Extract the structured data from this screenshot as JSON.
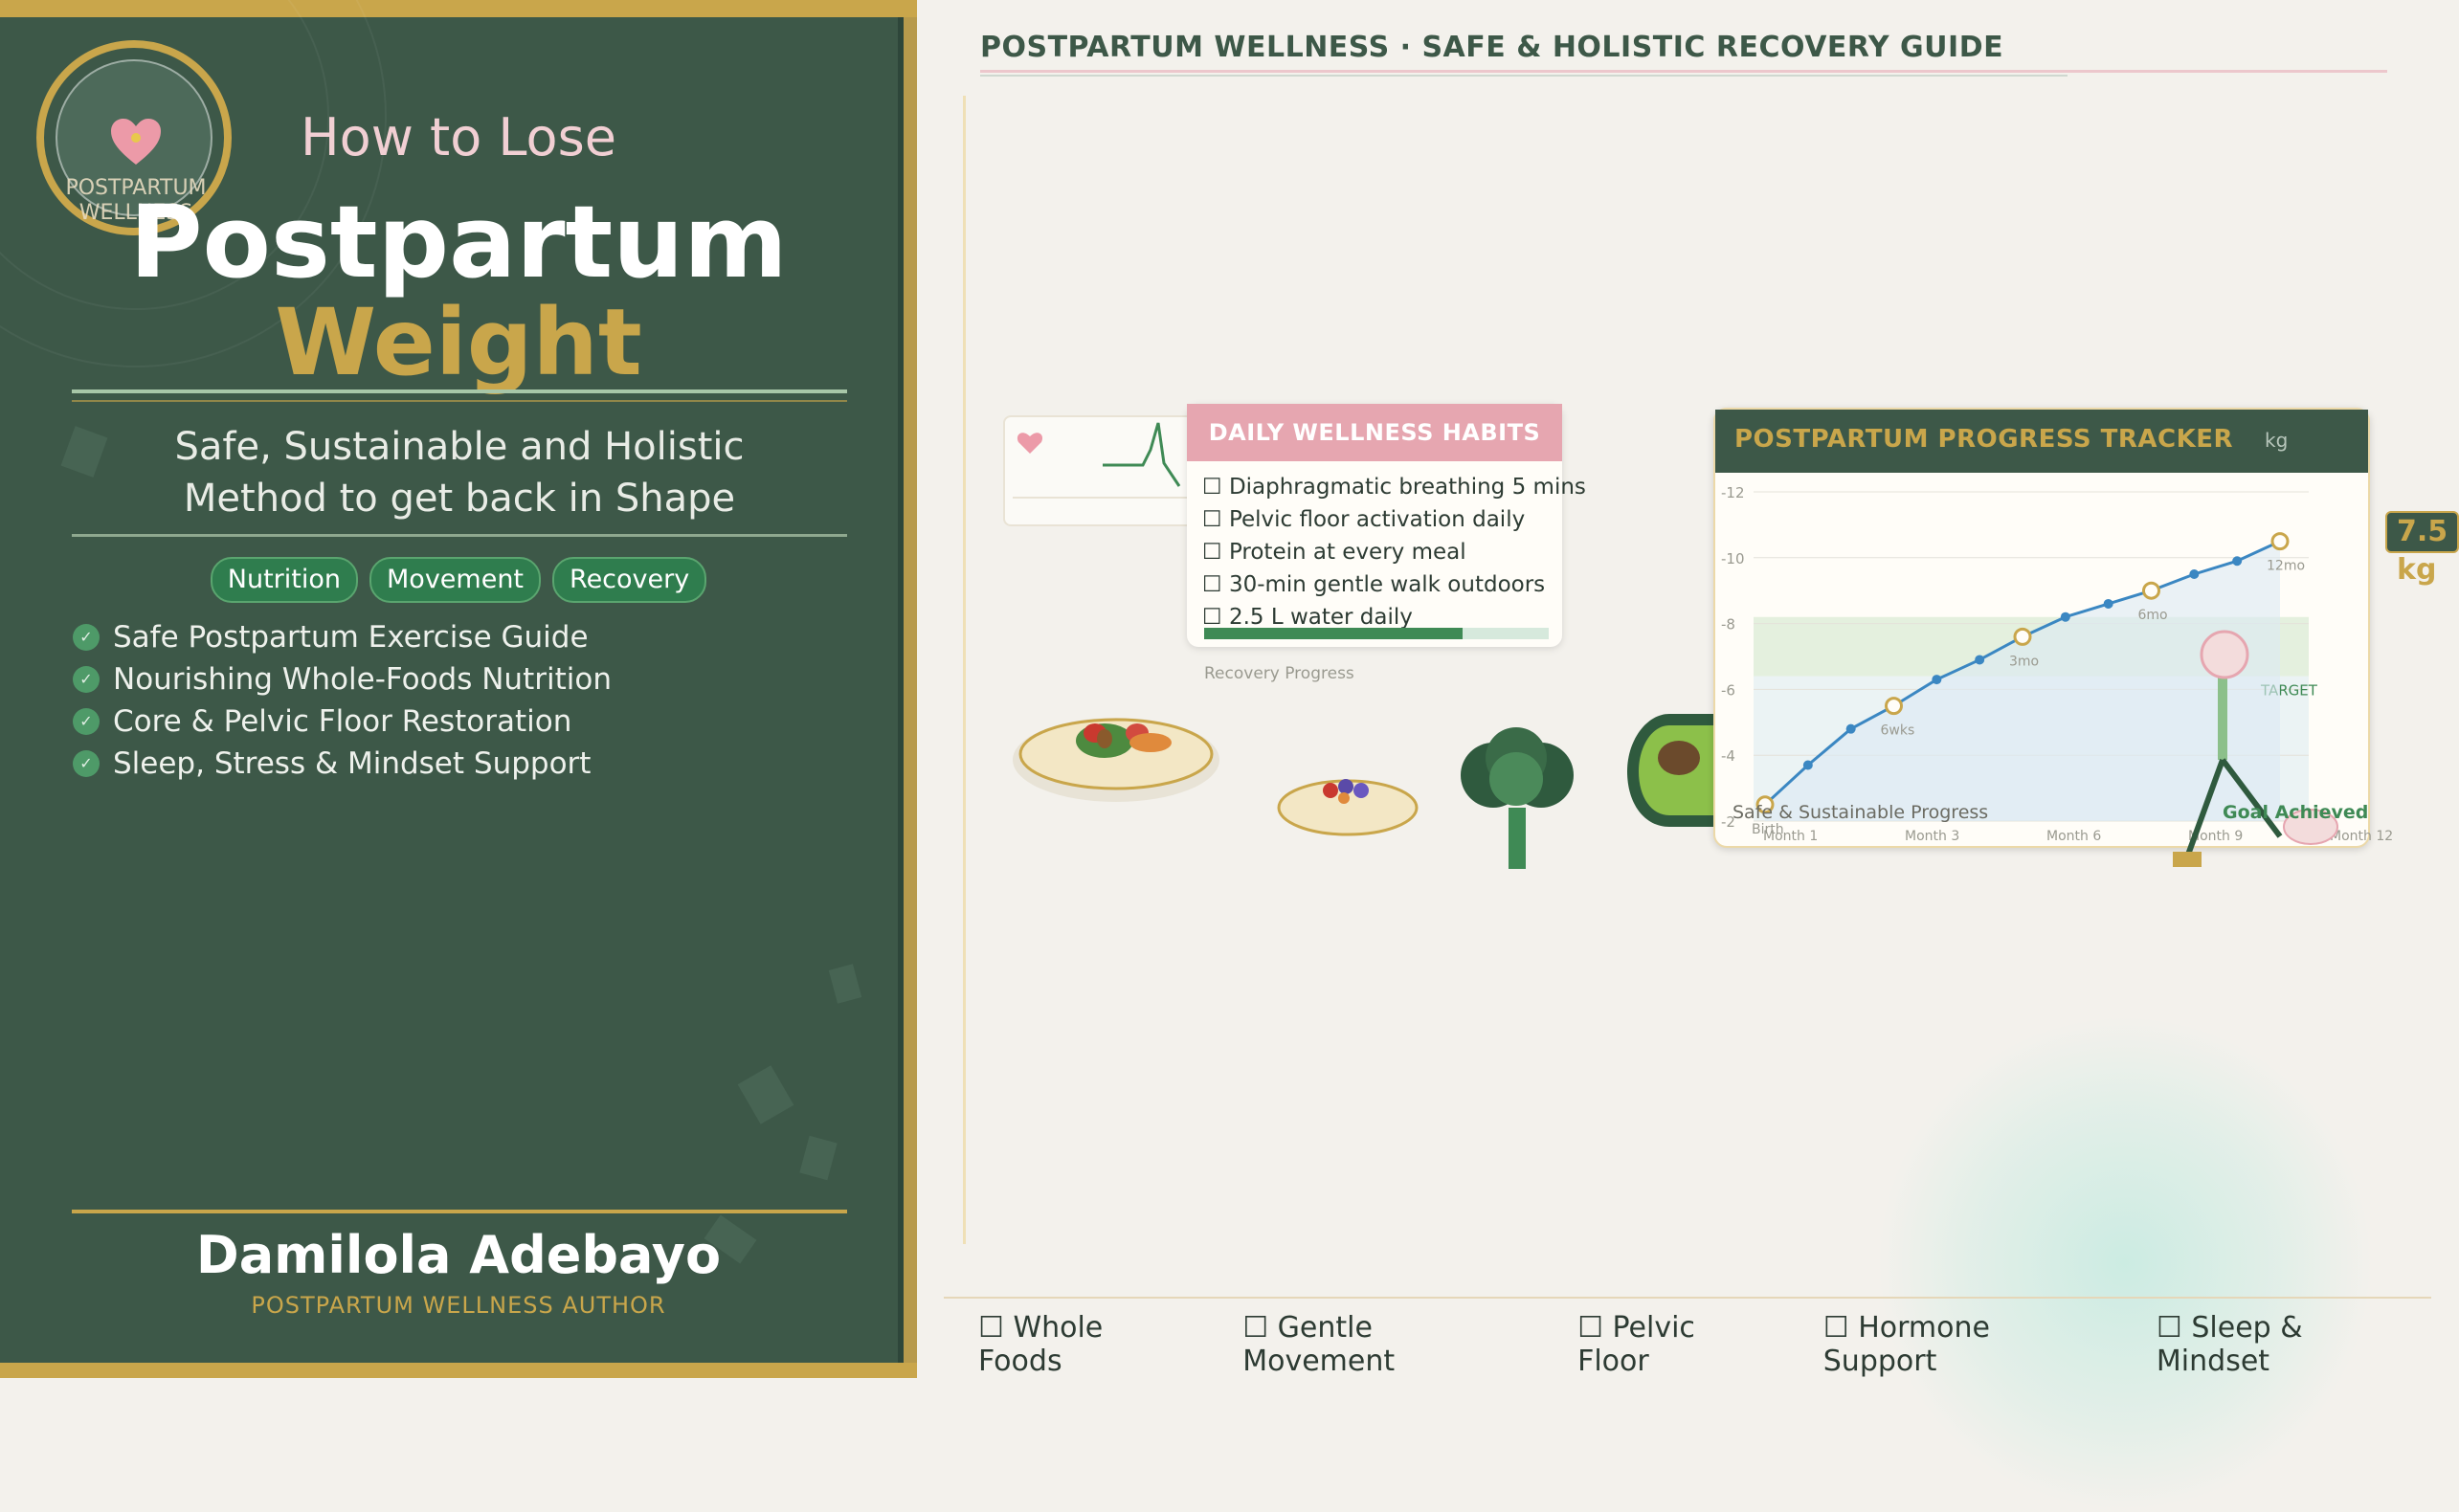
{
  "cover": {
    "logo_text": "POSTPARTUM WELLNESS",
    "title_prefix": "How to Lose",
    "title_main": "Postpartum",
    "title_accent": "Weight",
    "subtitle_line1": "Safe, Sustainable and Holistic",
    "subtitle_line2": "Method to get back in Shape",
    "pills": [
      "Nutrition",
      "Movement",
      "Recovery"
    ],
    "features": [
      "Safe Postpartum Exercise Guide",
      "Nourishing Whole-Foods Nutrition",
      "Core & Pelvic Floor Restoration",
      "Sleep, Stress & Mindset Support"
    ],
    "author": "Damilola Adebayo",
    "author_role": "POSTPARTUM WELLNESS AUTHOR"
  },
  "header": {
    "title": "POSTPARTUM WELLNESS  ·  SAFE & HOLISTIC RECOVERY GUIDE"
  },
  "habits": {
    "title": "DAILY WELLNESS HABITS",
    "items": [
      "Diaphragmatic breathing  5 mins",
      "Pelvic floor activation daily",
      "Protein at every meal",
      "30-min gentle walk outdoors",
      "2.5 L water daily"
    ],
    "progress": 0.75,
    "progress_label": "Recovery Progress"
  },
  "tracker": {
    "title": "POSTPARTUM PROGRESS TRACKER",
    "unit": "kg",
    "badge": "7.5 kg",
    "target_label": "TARGET",
    "footer": "Safe & Sustainable Progress",
    "goal": "Goal Achieved",
    "colors": {
      "line": "#3b87c2",
      "marker": "#c9a64b",
      "target_band": "#d9ead3"
    }
  },
  "chart_data": {
    "type": "line",
    "x": [
      "Birth",
      "",
      "",
      "6wks",
      "",
      "",
      "3mo",
      "",
      "",
      "6mo",
      "",
      "",
      "12mo"
    ],
    "series": [
      {
        "values": [
          -2.5,
          -3.7,
          -4.8,
          -5.5,
          -6.3,
          -6.9,
          -7.6,
          -8.2,
          -8.6,
          -9.0,
          -9.5,
          -9.9,
          -10.5
        ]
      }
    ],
    "milestones": [
      "Birth",
      "6wks",
      "3mo",
      "6mo",
      "12mo"
    ],
    "x_ticks": [
      "Month 1",
      "Month 3",
      "Month 6",
      "Month 9",
      "Month 12"
    ],
    "y_ticks": [
      -2,
      -4,
      -6,
      -8,
      -10,
      -12
    ],
    "ylim": [
      -12,
      -2
    ],
    "target_band": [
      -8.2,
      -6.4
    ],
    "grid": true
  },
  "bottom_nav": [
    "Whole Foods",
    "Gentle Movement",
    "Pelvic Floor",
    "Hormone Support",
    "Sleep & Mindset"
  ]
}
